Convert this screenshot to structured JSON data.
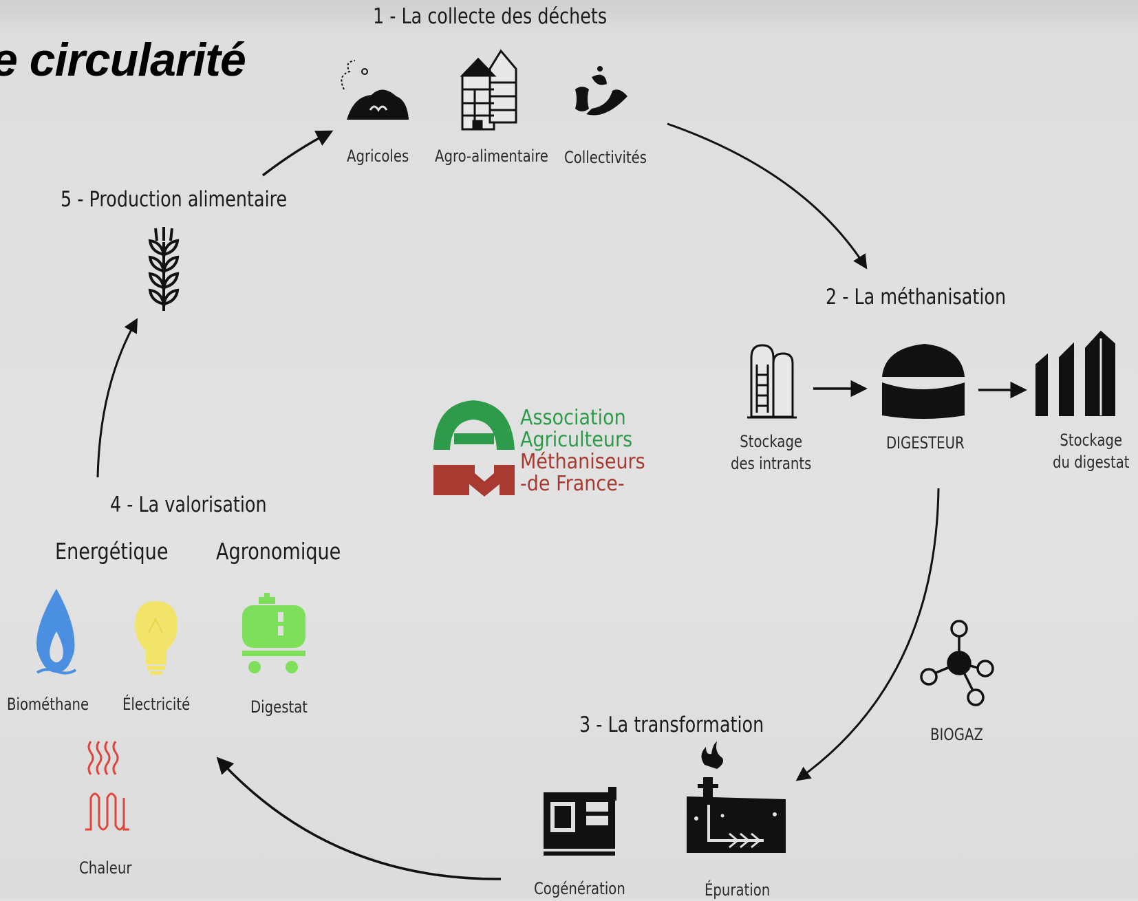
{
  "title_fragment": "e circularité",
  "steps": {
    "s1": "1 - La collecte des déchets",
    "s2": "2 - La méthanisation",
    "s3": "3 - La transformation",
    "s4": "4 - La valorisation",
    "s5": "5 - Production alimentaire"
  },
  "collecte": [
    "Agricoles",
    "Agro-alimentaire",
    "Collectivités"
  ],
  "methanisation": {
    "stockage_intrants": [
      "Stockage",
      "des intrants"
    ],
    "digesteur": "DIGESTEUR",
    "stockage_digestat": [
      "Stockage",
      "du digestat"
    ]
  },
  "biogaz": "BIOGAZ",
  "transformation": [
    "Cogénération",
    "Épuration"
  ],
  "valorisation": {
    "energetique": "Energétique",
    "agronomique": "Agronomique",
    "items": [
      "Biométhane",
      "Électricité",
      "Digestat",
      "Chaleur"
    ]
  },
  "logo": {
    "lines": [
      "Association",
      "Agriculteurs",
      "Méthaniseurs",
      "-de France-"
    ],
    "green": "#2e9b4a",
    "red": "#a83a32"
  },
  "colors": {
    "biomethane": "#4a8fe0",
    "electricite": "#f2e46a",
    "digestat": "#7ee05a",
    "chaleur": "#e0433a"
  }
}
